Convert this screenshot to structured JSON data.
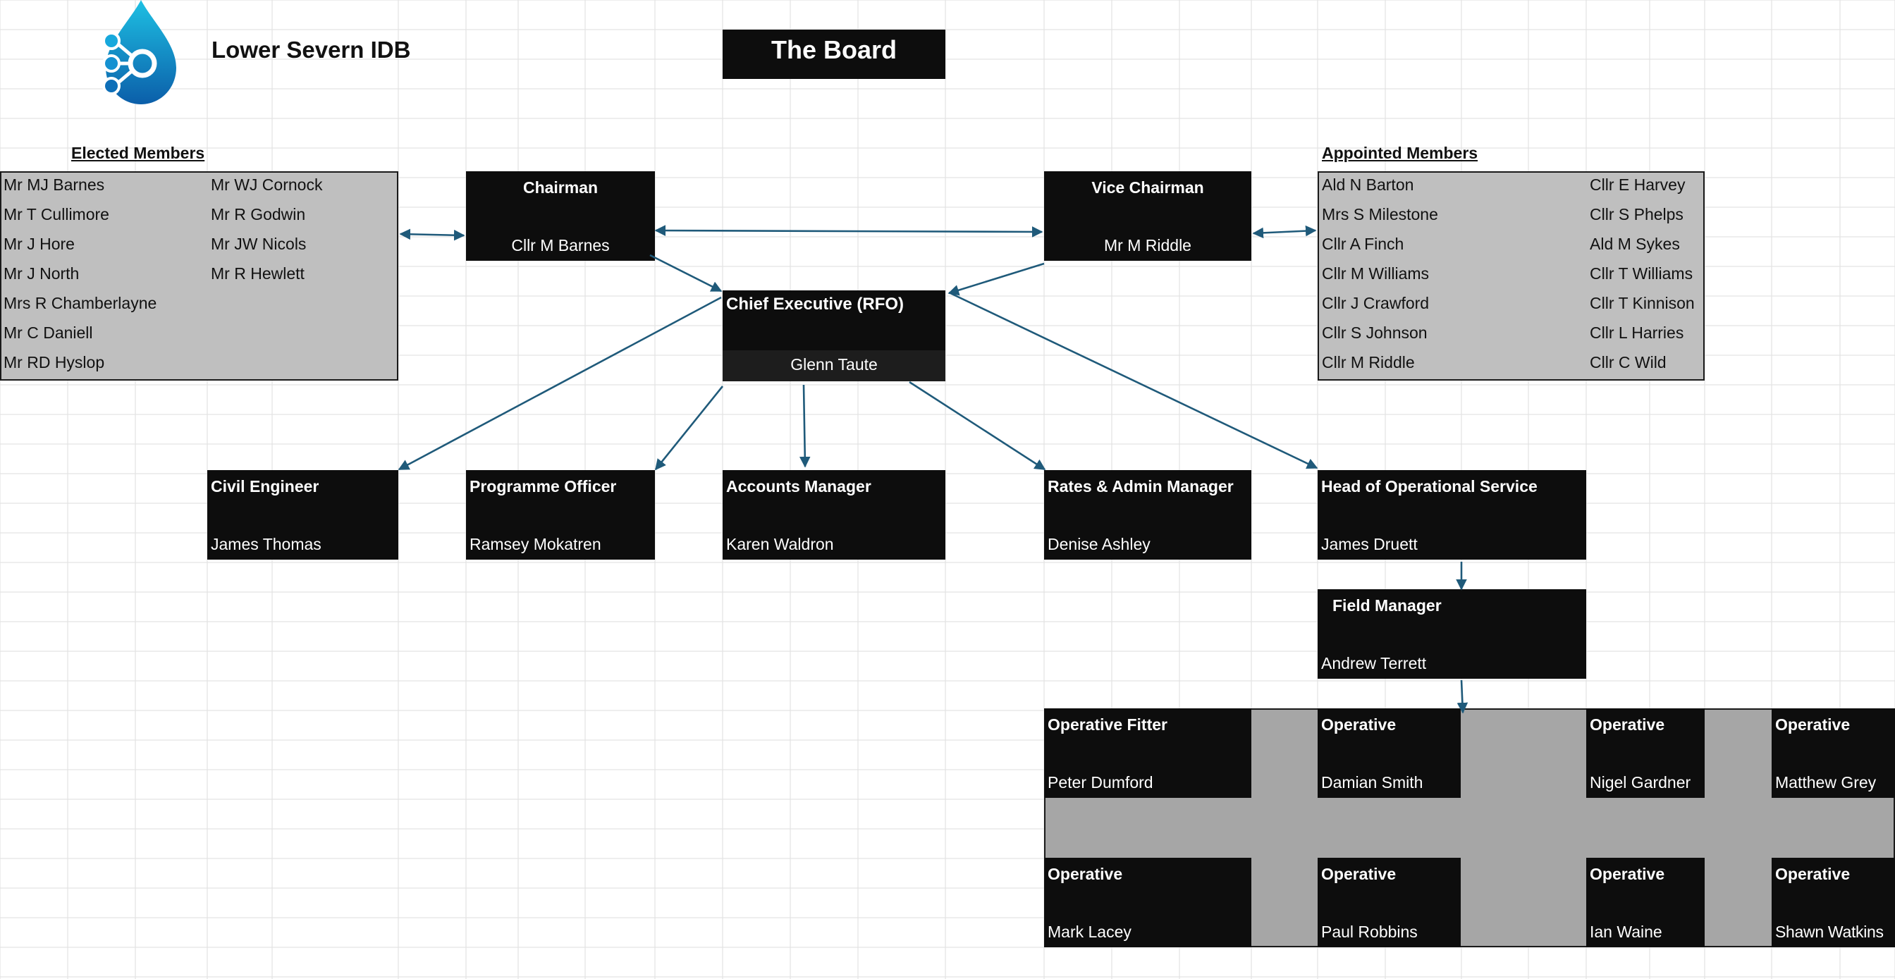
{
  "org_name": "Lower Severn IDB",
  "board_title": "The Board",
  "elected": {
    "label": "Elected Members",
    "col1": [
      "Mr MJ Barnes",
      "Mr T Cullimore",
      "Mr J Hore",
      "Mr J North",
      "Mrs R Chamberlayne",
      "Mr C Daniell",
      "Mr RD Hyslop"
    ],
    "col2": [
      "Mr WJ Cornock",
      "Mr R Godwin",
      "Mr JW Nicols",
      "Mr R Hewlett"
    ]
  },
  "appointed": {
    "label": "Appointed Members",
    "col1": [
      "Ald N Barton",
      "Mrs S Milestone",
      "Cllr A Finch",
      "Cllr M Williams",
      "Cllr J Crawford",
      "Cllr S Johnson",
      "Cllr M Riddle"
    ],
    "col2": [
      "Cllr E Harvey",
      "Cllr S Phelps",
      "Ald M Sykes",
      "Cllr T Williams",
      "Cllr T Kinnison",
      "Cllr L Harries",
      "Cllr C Wild"
    ]
  },
  "chairman": {
    "title": "Chairman",
    "name": "Cllr M Barnes"
  },
  "vice_chairman": {
    "title": "Vice Chairman",
    "name": "Mr M Riddle"
  },
  "chief_exec": {
    "title": "Chief Executive (RFO)",
    "name": "Glenn Taute"
  },
  "staff": [
    {
      "title": "Civil Engineer",
      "name": "James Thomas"
    },
    {
      "title": "Programme Officer",
      "name": "Ramsey Mokatren"
    },
    {
      "title": "Accounts Manager",
      "name": "Karen Waldron"
    },
    {
      "title": "Rates & Admin Manager",
      "name": "Denise Ashley"
    },
    {
      "title": "Head of Operational Service",
      "name": "James Druett"
    }
  ],
  "field_manager": {
    "title": "Field Manager",
    "name": "Andrew Terrett"
  },
  "operatives": [
    {
      "title": "Operative Fitter",
      "name": "Peter Dumford"
    },
    {
      "title": "Operative",
      "name": "Damian Smith"
    },
    {
      "title": "Operative",
      "name": "Nigel Gardner"
    },
    {
      "title": "Operative",
      "name": "Matthew Grey"
    },
    {
      "title": "Operative",
      "name": "Mark Lacey"
    },
    {
      "title": "Operative",
      "name": "Paul Robbins"
    },
    {
      "title": "Operative",
      "name": "Ian Waine"
    },
    {
      "title": "Operative",
      "name": "Shawn Watkins"
    }
  ],
  "colors": {
    "connector": "#1f5a7a",
    "logo_top": "#1bb6e0",
    "logo_bottom": "#0a5fa8"
  }
}
